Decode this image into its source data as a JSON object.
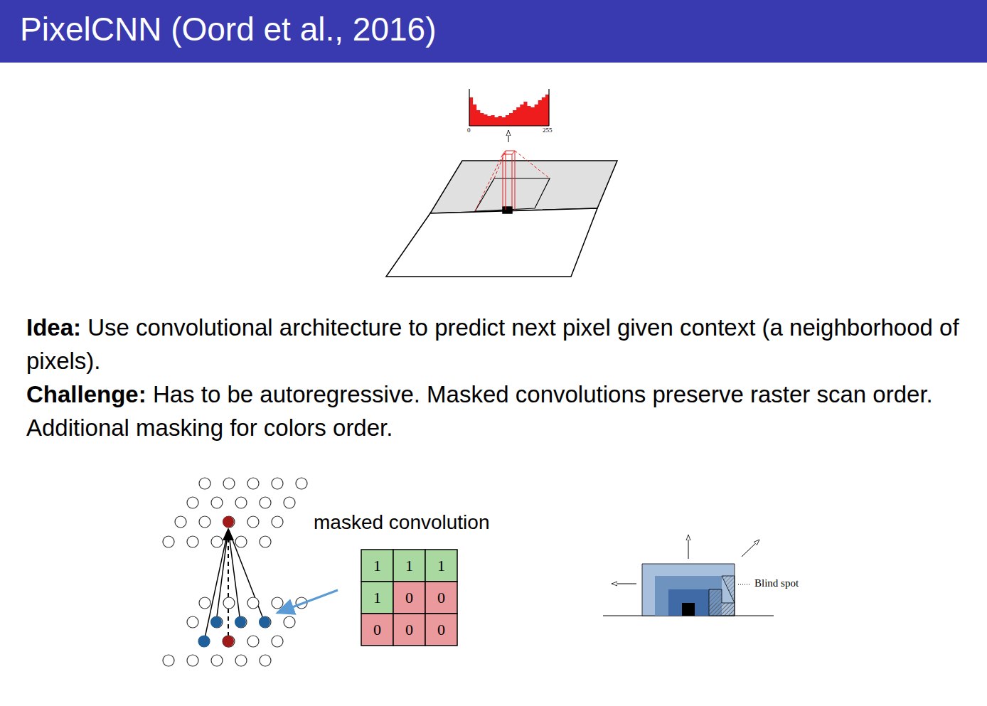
{
  "diagram": {
    "title": "PixelCNN (Oord et al., 2016)",
    "labels": [
      "Idea:",
      "Use convolutional architecture to predict next pixel given context (a neighborhood of pixels).",
      "Challenge:",
      "Has to be autoregressive. Masked convolutions preserve raster scan order. Additional masking for colors order.",
      "0",
      "255",
      "masked convolution",
      "1",
      "1",
      "1",
      "1",
      "0",
      "0",
      "0",
      "0",
      "0",
      "Blind spot"
    ]
  }
}
